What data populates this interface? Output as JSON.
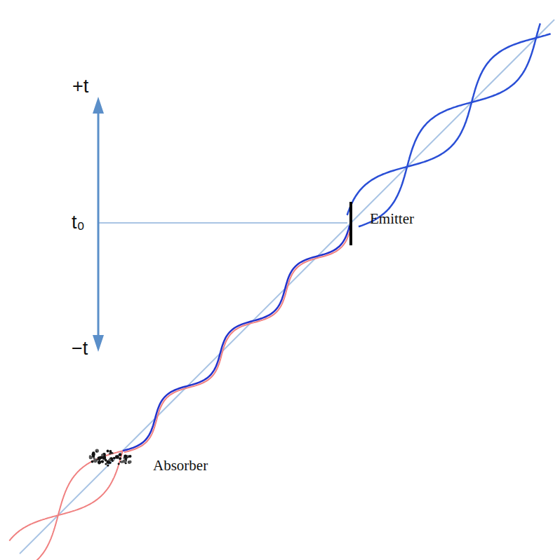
{
  "diagram": {
    "labels": [
      "+t",
      "t₀",
      "−t",
      "Emitter",
      "Absorber"
    ]
  }
}
